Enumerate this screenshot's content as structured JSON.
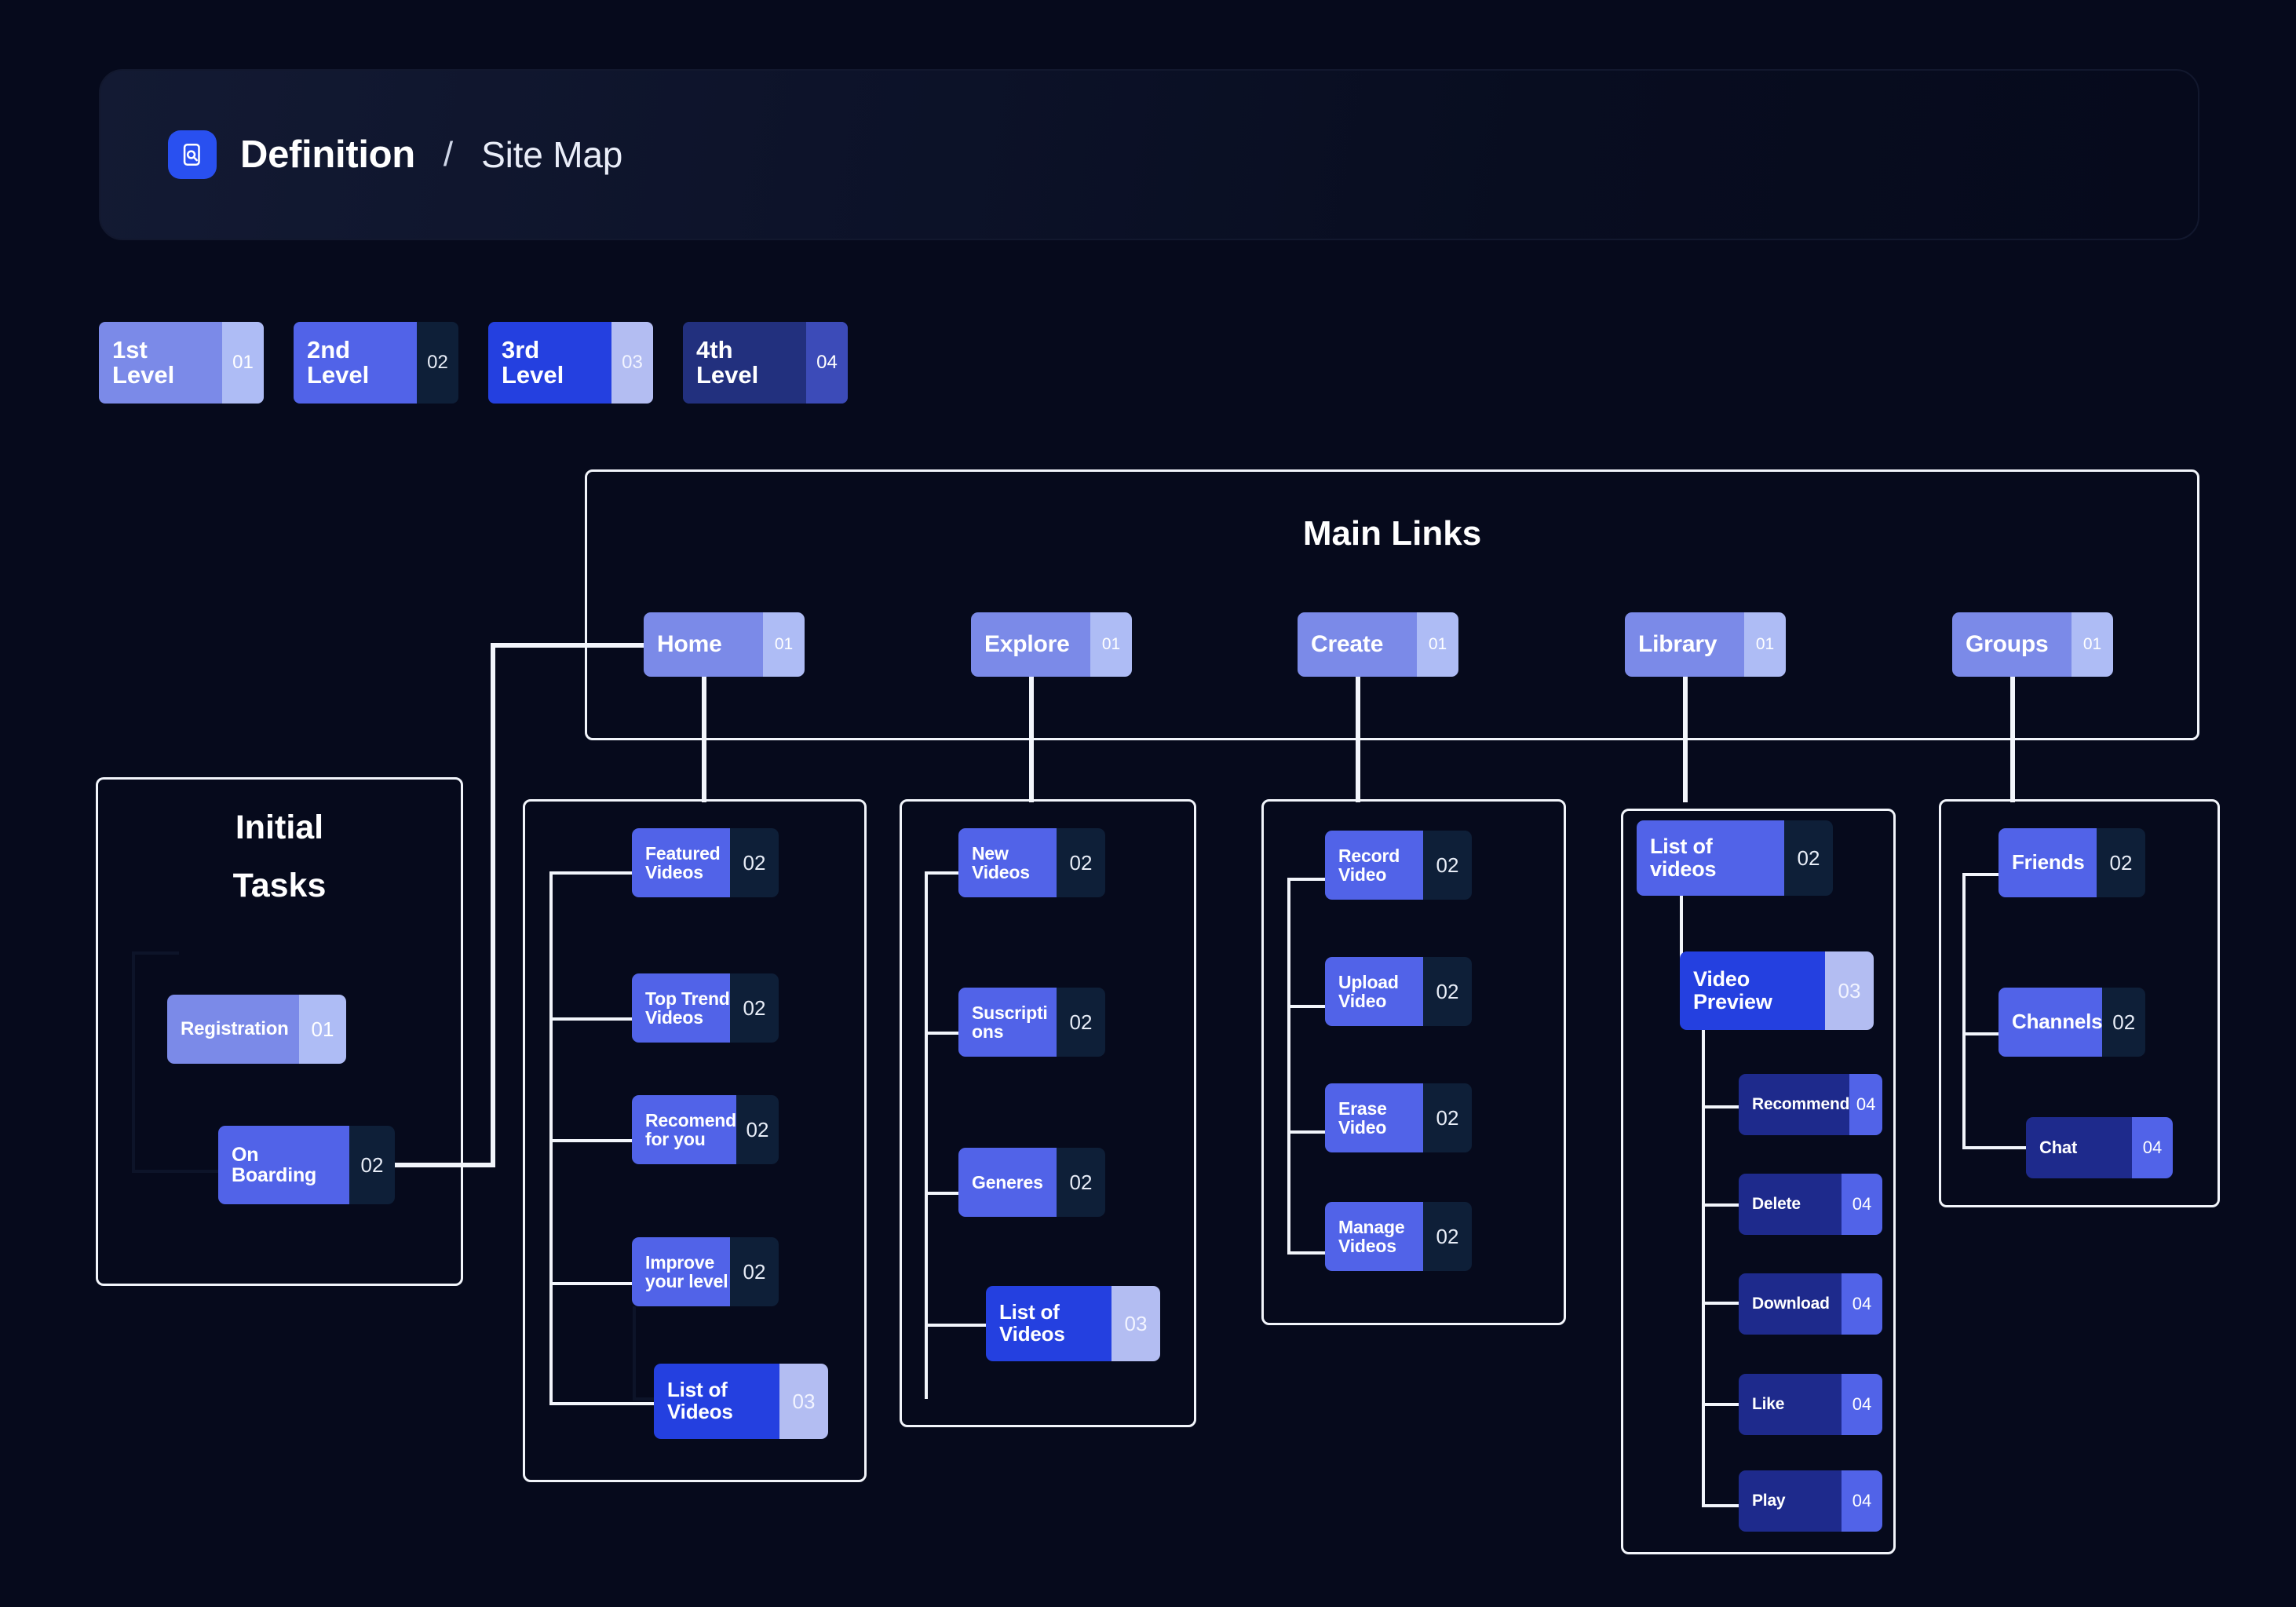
{
  "header": {
    "logo_icon": "document-search-icon",
    "title": "Definition",
    "separator": "/",
    "subtitle": "Site Map"
  },
  "legend": {
    "items": [
      {
        "label": "1st\nLevel",
        "num": "01",
        "level": 1,
        "color": "#7b8ae8"
      },
      {
        "label": "2nd\nLevel",
        "num": "02",
        "level": 2,
        "color": "#5163e8"
      },
      {
        "label": "3rd\nLevel",
        "num": "03",
        "level": 3,
        "color": "#2440e0"
      },
      {
        "label": "4th\nLevel",
        "num": "04",
        "level": 4,
        "color": "#22307e"
      }
    ]
  },
  "main_links": {
    "title": "Main Links",
    "nodes": [
      {
        "label": "Home",
        "num": "01",
        "level": 1
      },
      {
        "label": "Explore",
        "num": "01",
        "level": 1
      },
      {
        "label": "Create",
        "num": "01",
        "level": 1
      },
      {
        "label": "Library",
        "num": "01",
        "level": 1
      },
      {
        "label": "Groups",
        "num": "01",
        "level": 1
      }
    ]
  },
  "initial_tasks": {
    "title_line1": "Initial",
    "title_line2": "Tasks",
    "nodes": [
      {
        "label": "Registration",
        "num": "01",
        "level": 1
      },
      {
        "label": "On\nBoarding",
        "num": "02",
        "level": 2
      }
    ]
  },
  "home_children": [
    {
      "label": "Featured\nVideos",
      "num": "02",
      "level": 2
    },
    {
      "label": "Top Trend\nVideos",
      "num": "02",
      "level": 2
    },
    {
      "label": "Recomend\nfor you",
      "num": "02",
      "level": 2
    },
    {
      "label": "Improve\nyour level",
      "num": "02",
      "level": 2
    },
    {
      "label": "List of\nVideos",
      "num": "03",
      "level": 3
    }
  ],
  "explore_children": [
    {
      "label": "New\nVideos",
      "num": "02",
      "level": 2
    },
    {
      "label": "Suscripti\nons",
      "num": "02",
      "level": 2
    },
    {
      "label": "Generes",
      "num": "02",
      "level": 2
    },
    {
      "label": "List of\nVideos",
      "num": "03",
      "level": 3
    }
  ],
  "create_children": [
    {
      "label": "Record\nVideo",
      "num": "02",
      "level": 2
    },
    {
      "label": "Upload\nVideo",
      "num": "02",
      "level": 2
    },
    {
      "label": "Erase Video",
      "num": "02",
      "level": 2
    },
    {
      "label": "Manage\nVideos",
      "num": "02",
      "level": 2
    }
  ],
  "library_children": [
    {
      "label": "List of\nvideos",
      "num": "02",
      "level": 2
    },
    {
      "label": "Video\nPreview",
      "num": "03",
      "level": 3
    },
    {
      "label": "Recommend",
      "num": "04",
      "level": 4
    },
    {
      "label": "Delete",
      "num": "04",
      "level": 4
    },
    {
      "label": "Download",
      "num": "04",
      "level": 4
    },
    {
      "label": "Like",
      "num": "04",
      "level": 4
    },
    {
      "label": "Play",
      "num": "04",
      "level": 4
    }
  ],
  "groups_children": [
    {
      "label": "Friends",
      "num": "02",
      "level": 2
    },
    {
      "label": "Channels",
      "num": "02",
      "level": 2
    },
    {
      "label": "Chat",
      "num": "04",
      "level": 4
    }
  ],
  "colors": {
    "background": "#060a1c",
    "line": "#f2f5fb",
    "level1": "#7b8ae8",
    "level1_badge": "#aebcf5",
    "level2": "#5163e8",
    "level2_badge": "#0e1f38",
    "level3": "#2440e0",
    "level3_badge": "#b3bdf2",
    "level4": "#1e2a8c",
    "level4_badge": "#5163e8"
  }
}
